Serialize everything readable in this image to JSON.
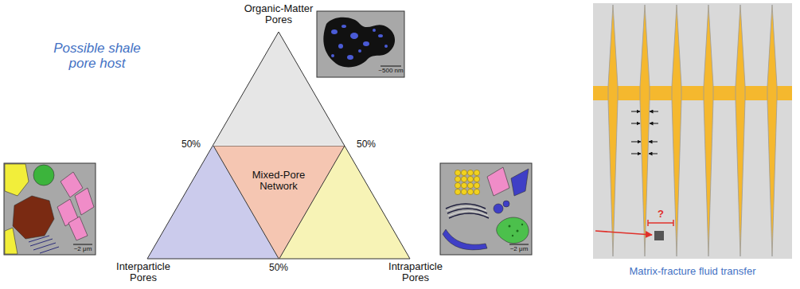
{
  "diagram": {
    "title": "Possible shale pore host",
    "caption": "Matrix-fracture fluid transfer",
    "nodes": [
      {
        "text": [
          "Mixed-Pore Network"
        ]
      }
    ],
    "labels": [
      "Organic-Matter Pores",
      "50%",
      "50%",
      "Interparticle Pores",
      "50%",
      "Intraparticle Pores",
      "~500 nm",
      "~2 μm",
      "~2 μm",
      "?"
    ]
  }
}
